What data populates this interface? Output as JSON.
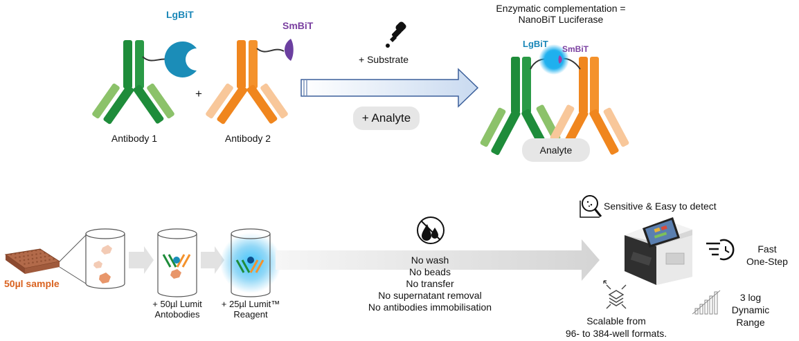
{
  "top": {
    "lgbit_label": "LgBiT",
    "smbit_label": "SmBiT",
    "plus_sign": "+",
    "antibody1_label": "Antibody 1",
    "antibody2_label": "Antibody 2",
    "substrate_label": "+ Substrate",
    "analyte_pill": "+ Analyte",
    "complementation_line1": "Enzymatic complementation  =",
    "complementation_line2": "NanoBiT Luciferase",
    "complex_lgbit": "LgBiT",
    "complex_smbit": "SmBiT",
    "complex_analyte": "Analyte"
  },
  "bottom": {
    "sample_label": "50µl sample",
    "step2_line1": "+ 50µl Lumit",
    "step2_line2": "Antobodies",
    "step3_line1": "+ 25µl Lumit™",
    "step3_line2": "Reagent",
    "benefits": [
      "No wash",
      "No beads",
      "No transfer",
      "No supernatant removal",
      "No antibodies immobilisation"
    ],
    "sensitive_label": "Sensitive & Easy to detect",
    "fast_line1": "Fast",
    "fast_line2": "One-Step",
    "range_line1": "3 log",
    "range_line2": "Dynamic",
    "range_line3": "Range",
    "scalable_line1": "Scalable from",
    "scalable_line2": "96- to 384-well formats."
  },
  "colors": {
    "green_dark": "#1e8c3a",
    "green_light": "#8cc26a",
    "orange": "#f4922c",
    "orange_light": "#f8c79a",
    "lgbit_blue": "#1b8db8",
    "smbit_purple": "#6b3fa0",
    "sample_orange": "#d9621f"
  }
}
